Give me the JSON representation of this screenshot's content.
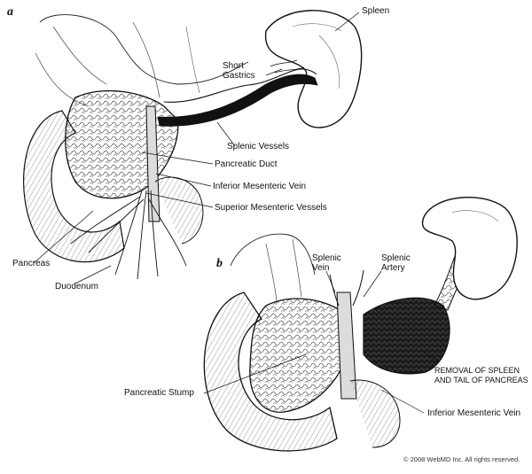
{
  "panels": {
    "a": "a",
    "b": "b"
  },
  "labels_a": {
    "spleen": "Spleen",
    "short_gastrics_1": "Short",
    "short_gastrics_2": "Gastrics",
    "splenic_vessels": "Splenic Vessels",
    "pancreatic_duct": "Pancreatic Duct",
    "inferior_mesenteric_vein": "Inferior Mesenteric Vein",
    "superior_mesenteric_vessels": "Superior Mesenteric Vessels",
    "pancreas": "Pancreas",
    "duodenum": "Duodenum"
  },
  "labels_b": {
    "splenic_vein_1": "Splenic",
    "splenic_vein_2": "Vein",
    "splenic_artery_1": "Splenic",
    "splenic_artery_2": "Artery",
    "removal_1": "REMOVAL OF SPLEEN",
    "removal_2": "AND TAIL OF PANCREAS",
    "pancreatic_stump": "Pancreatic Stump",
    "inferior_mesenteric_vein": "Inferior Mesenteric Vein"
  },
  "copyright": "© 2008 WebMD Inc. All rights reserved."
}
